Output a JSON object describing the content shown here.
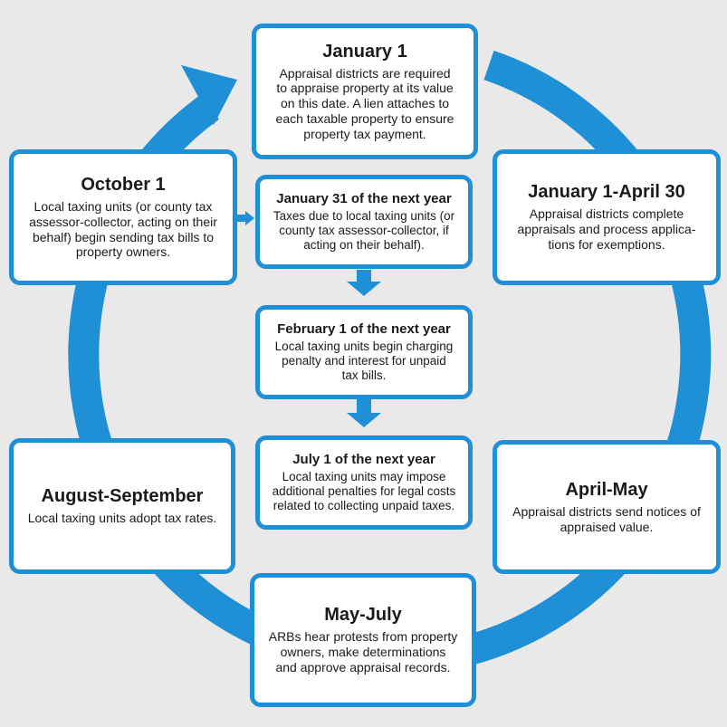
{
  "diagram": {
    "accent_color": "#1f8fd6",
    "boxes": {
      "january1": {
        "title": "January 1",
        "body": "Appraisal districts are required\nto appraise property at its value\non this date. A lien attaches to\neach taxable property to ensure\nproperty tax payment."
      },
      "jan_apr": {
        "title": "January 1-April 30",
        "body": "Appraisal districts complete\nappraisals and process applica-\ntions for exemptions."
      },
      "apr_may": {
        "title": "April-May",
        "body": "Appraisal districts send notices of\nappraised value."
      },
      "may_jul": {
        "title": "May-July",
        "body": "ARBs hear protests from property\nowners, make determinations\nand approve appraisal records."
      },
      "aug_sep": {
        "title": "August-September",
        "body": "Local taxing units adopt tax rates."
      },
      "october1": {
        "title": "October 1",
        "body": "Local taxing units (or county tax\nassessor-collector, acting on their\nbehalf) begin sending tax bills to\nproperty owners."
      },
      "jan31": {
        "title": "January 31 of the next year",
        "body": "Taxes due to local taxing units (or\ncounty tax assessor-collector, if\nacting on their behalf)."
      },
      "feb1": {
        "title": "February 1 of the next year",
        "body": "Local taxing units begin charging\npenalty and interest for unpaid\ntax bills."
      },
      "jul1": {
        "title": "July 1 of the next year",
        "body": "Local taxing units may impose\nadditional penalties for legal costs\nrelated to collecting unpaid taxes."
      }
    }
  }
}
